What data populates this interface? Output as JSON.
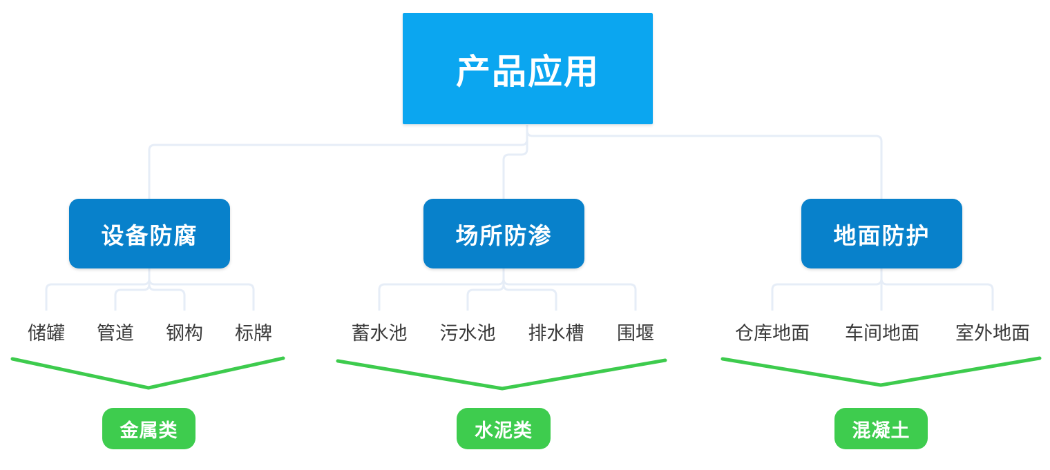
{
  "diagram": {
    "root": {
      "label": "产品应用"
    },
    "branches": [
      {
        "label": "设备防腐",
        "children": [
          "储罐",
          "管道",
          "钢构",
          "标牌"
        ],
        "category": "金属类"
      },
      {
        "label": "场所防渗",
        "children": [
          "蓄水池",
          "污水池",
          "排水槽",
          "围堰"
        ],
        "category": "水泥类"
      },
      {
        "label": "地面防护",
        "children": [
          "仓库地面",
          "车间地面",
          "室外地面"
        ],
        "category": "混凝土"
      }
    ],
    "colors": {
      "root_bg": "#0ba6f0",
      "branch_bg": "#0881cb",
      "category_bg": "#3ecc4e",
      "connector": "#e6edf7",
      "chevron": "#3dcb4d"
    }
  }
}
